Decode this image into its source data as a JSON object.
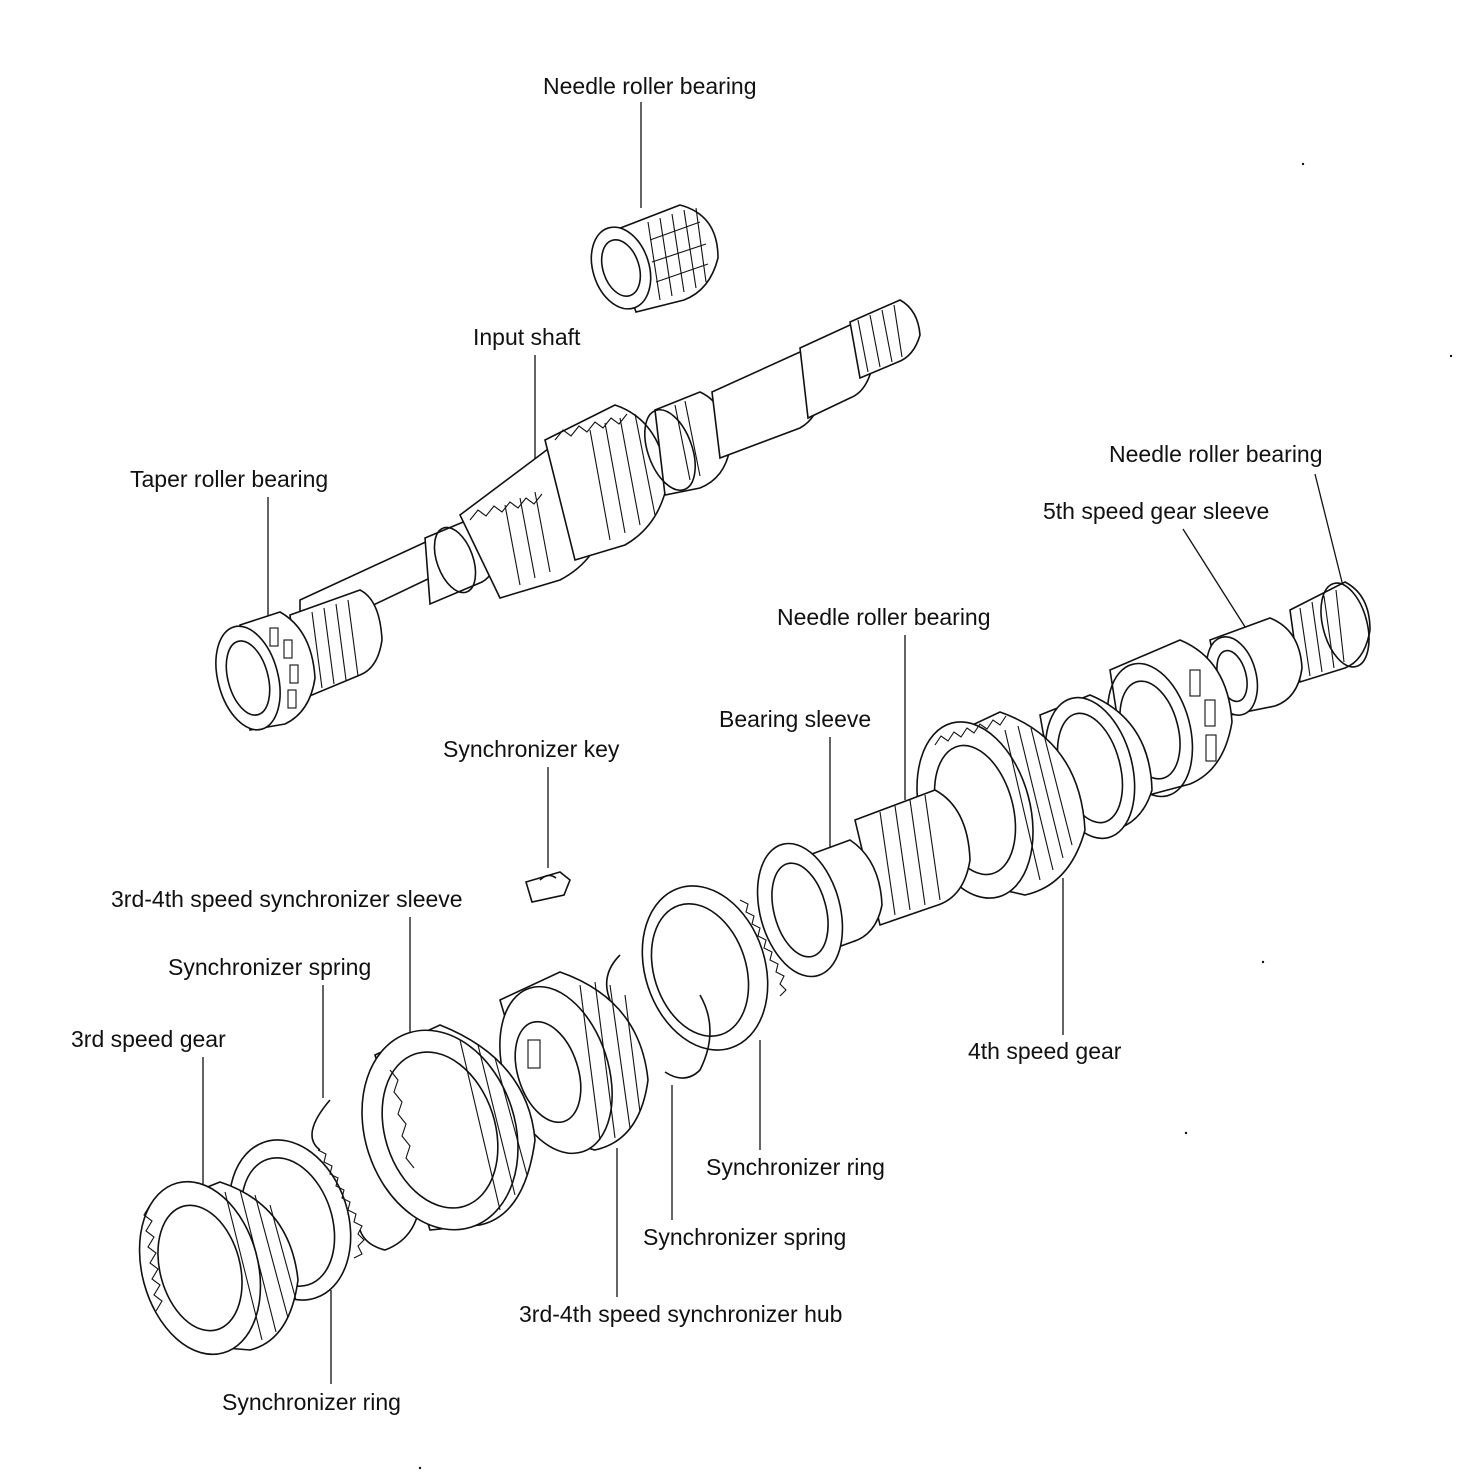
{
  "labels": {
    "needle_bearing_top": "Needle roller bearing",
    "input_shaft": "Input shaft",
    "taper_bearing": "Taper roller bearing",
    "needle_bearing_right": "Needle roller bearing",
    "fifth_gear_sleeve": "5th speed gear sleeve",
    "needle_bearing_mid": "Needle roller bearing",
    "bearing_sleeve": "Bearing sleeve",
    "sync_key": "Synchronizer key",
    "sleeve_34": "3rd-4th speed synchronizer sleeve",
    "sync_spring_left": "Synchronizer spring",
    "third_gear": "3rd speed gear",
    "fourth_gear": "4th speed gear",
    "sync_ring_right": "Synchronizer ring",
    "sync_spring_right": "Synchronizer spring",
    "hub_34": "3rd-4th speed synchronizer hub",
    "sync_ring_left": "Synchronizer ring"
  },
  "parts": [
    {
      "name": "needle-roller-bearing-top-icon"
    },
    {
      "name": "input-shaft-icon"
    },
    {
      "name": "taper-roller-bearing-icon"
    },
    {
      "name": "needle-roller-bearing-right-icon"
    },
    {
      "name": "fifth-speed-gear-sleeve-icon"
    },
    {
      "name": "needle-roller-bearing-mid-icon"
    },
    {
      "name": "bearing-sleeve-icon"
    },
    {
      "name": "synchronizer-key-icon"
    },
    {
      "name": "synchronizer-sleeve-icon"
    },
    {
      "name": "synchronizer-spring-icon"
    },
    {
      "name": "third-speed-gear-icon"
    },
    {
      "name": "fourth-speed-gear-icon"
    },
    {
      "name": "synchronizer-ring-icon"
    },
    {
      "name": "synchronizer-hub-icon"
    }
  ]
}
